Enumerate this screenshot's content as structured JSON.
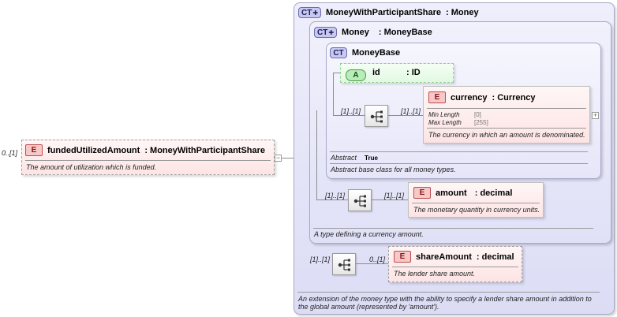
{
  "root_element": {
    "multiplicity": "0..[1]",
    "badge": "E",
    "name": "fundedUtilizedAmount",
    "type": ": MoneyWithParticipantShare",
    "doc": "The amount of utilization which is funded."
  },
  "outer_ct": {
    "badge": "CT",
    "name": "MoneyWithParticipantShare",
    "type": ": Money",
    "doc_line1": "An extension of the money type with the ability to specify a lender share amount in addition to",
    "doc_line2": "the global amount (represented by 'amount')."
  },
  "money_ct": {
    "badge": "CT",
    "name": "Money",
    "type": ": MoneyBase",
    "doc": "A type defining a currency amount."
  },
  "moneybase_ct": {
    "badge": "CT",
    "name": "MoneyBase",
    "abstract_label": "Abstract",
    "abstract_value": "True",
    "doc": "Abstract base class for all money types."
  },
  "id_attr": {
    "badge": "A",
    "name": "id",
    "type": ": ID"
  },
  "currency": {
    "badge": "E",
    "name": "currency",
    "type": ": Currency",
    "mult_in": "[1]..[1]",
    "mult_out": "[1]..[1]",
    "facets": [
      {
        "label": "Min Length",
        "value": "[0]"
      },
      {
        "label": "Max Length",
        "value": "[255]"
      }
    ],
    "doc": "The currency in which an amount is denominated."
  },
  "amount": {
    "badge": "E",
    "name": "amount",
    "type": ": decimal",
    "mult_in": "[1]..[1]",
    "mult_out": "[1]..[1]",
    "doc": "The monetary quantity in currency units."
  },
  "share_amount": {
    "badge": "E",
    "name": "shareAmount",
    "type": ": decimal",
    "mult_in": "[1]..[1]",
    "mult_out": "0..[1]",
    "doc": "The lender share amount."
  },
  "icons": {
    "collapse": "minus-box",
    "expand": "plus-box",
    "sequence": "sequence-compositor"
  },
  "colors": {
    "ct_fill": "#e4e4f8",
    "ct_border": "#a8a8c8",
    "element_fill": "#fde4e4",
    "attribute_fill": "#e6fbe6"
  }
}
